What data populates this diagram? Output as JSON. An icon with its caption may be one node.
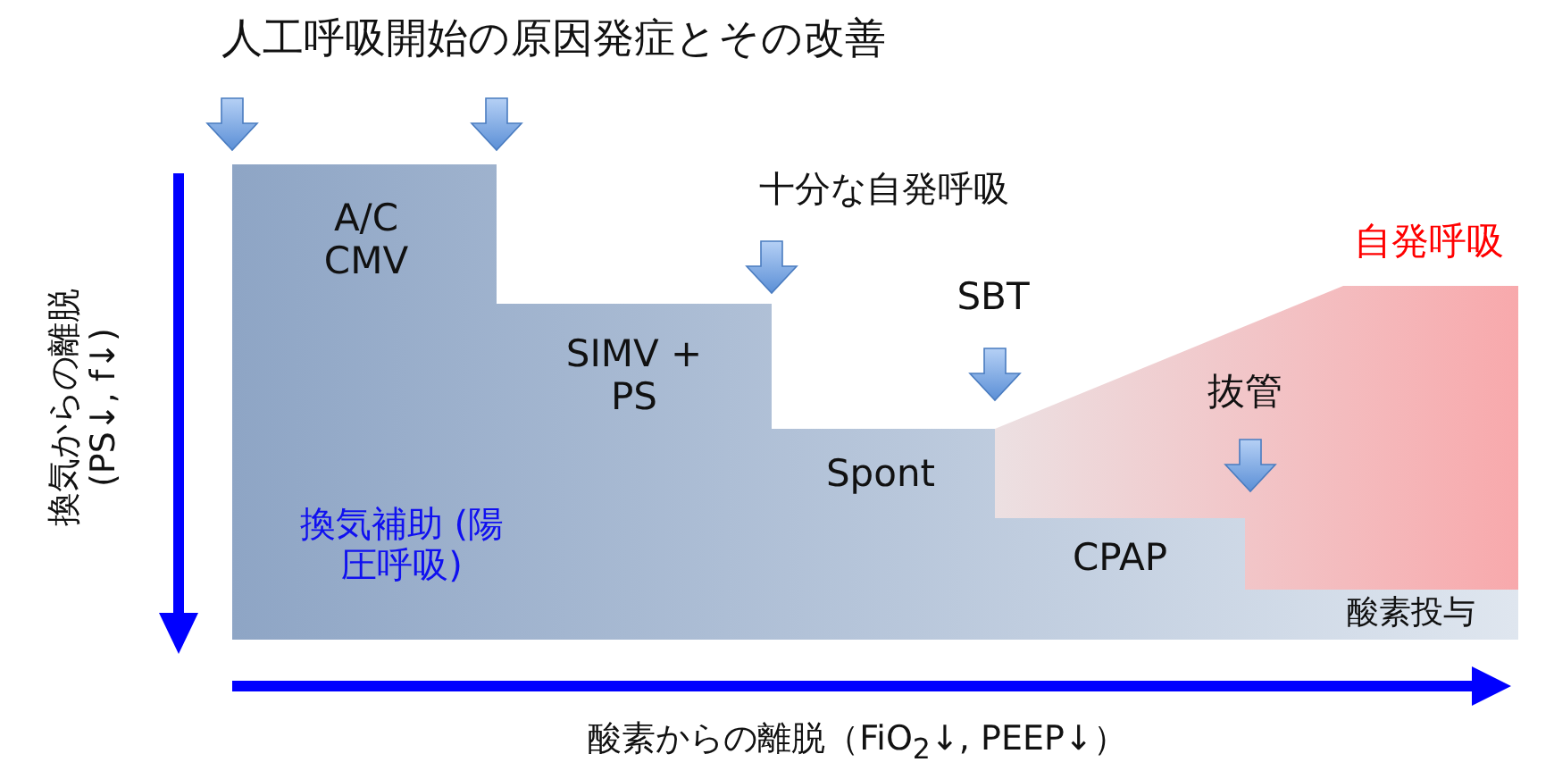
{
  "diagram": {
    "labels": [
      "人工呼吸開始の原因発症とその改善",
      "十分な自発呼吸",
      "A/C CMV",
      "自発呼吸",
      "SBT",
      "SIMV + PS",
      "抜管",
      "換気からの離脱 (PS↓, f↓)",
      "Spont",
      "換気補助 (陽圧呼吸)",
      "CPAP",
      "酸素投与",
      "酸素からの離脱（FiO$_{2}$↓, PEEP↓）"
    ]
  }
}
